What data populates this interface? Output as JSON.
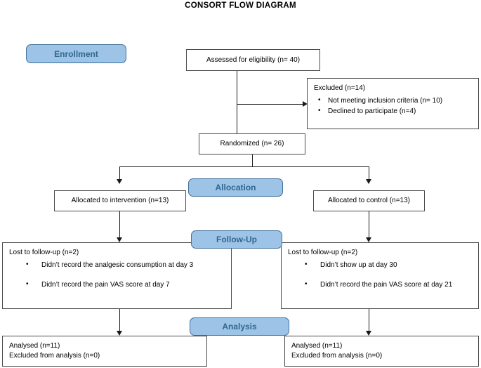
{
  "title": "CONSORT FLOW DIAGRAM",
  "colors": {
    "badge_fill": "#9DC3E6",
    "badge_border": "#41719C",
    "badge_text": "#31678F",
    "box_border": "#4a4a4a",
    "line": "#1a1a1a"
  },
  "stages": {
    "enrollment": "Enrollment",
    "allocation": "Allocation",
    "followup": "Follow-Up",
    "analysis": "Analysis"
  },
  "boxes": {
    "eligibility": "Assessed for eligibility (n= 40)",
    "excluded": {
      "header": "Excluded (n=14)",
      "items": [
        "Not meeting inclusion criteria (n= 10)",
        "Declined to participate (n=4)"
      ]
    },
    "randomized": "Randomized (n= 26)",
    "allocated_intervention": "Allocated to intervention (n=13)",
    "allocated_control": "Allocated to control (n=13)",
    "lost_left": {
      "header": "Lost to follow-up (n=2)",
      "items": [
        "Didn’t record the analgesic consumption at day 3",
        "Didn’t record the pain VAS score at day 7"
      ]
    },
    "lost_right": {
      "header": "Lost to follow-up (n=2)",
      "items": [
        "Didn’t show up at day 30",
        "Didn’t record the pain VAS score at day 21"
      ]
    },
    "analysed_left": {
      "line1": "Analysed (n=11)",
      "line2": "Excluded from analysis (n=0)"
    },
    "analysed_right": {
      "line1": "Analysed (n=11)",
      "line2": "Excluded from analysis (n=0)"
    }
  }
}
